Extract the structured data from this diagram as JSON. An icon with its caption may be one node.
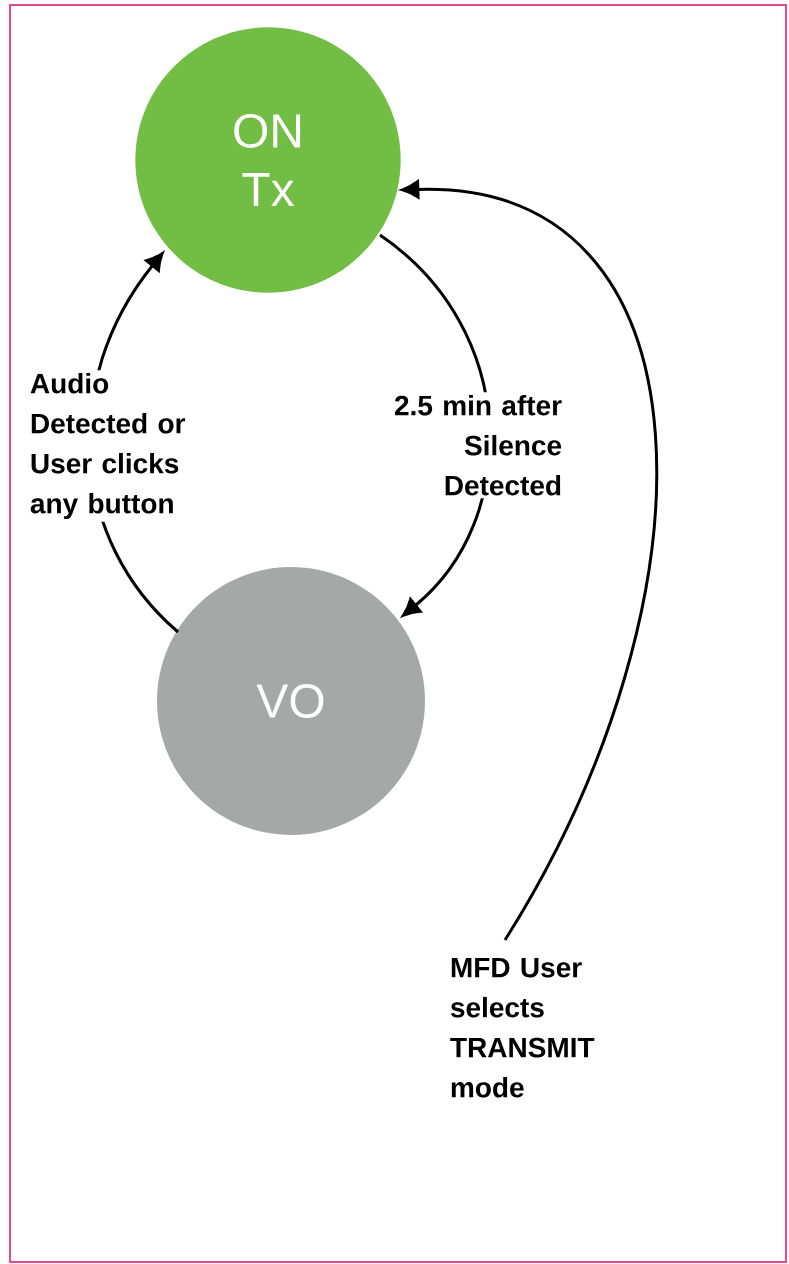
{
  "diagram": {
    "nodes": [
      {
        "text": [
          "ON Tx"
        ]
      },
      {
        "text": [
          "VO"
        ]
      },
      {
        "text": [
          "MFD User selects TRANSMIT mode"
        ]
      }
    ],
    "edges": [
      {
        "from": 1,
        "to": 0,
        "arrow": "to",
        "label": "Audio Detected or User clicks any button"
      },
      {
        "from": 0,
        "to": 1,
        "arrow": "to",
        "label": "2.5 min after Silence Detected"
      },
      {
        "from": 2,
        "to": 0,
        "arrow": "to"
      }
    ]
  }
}
